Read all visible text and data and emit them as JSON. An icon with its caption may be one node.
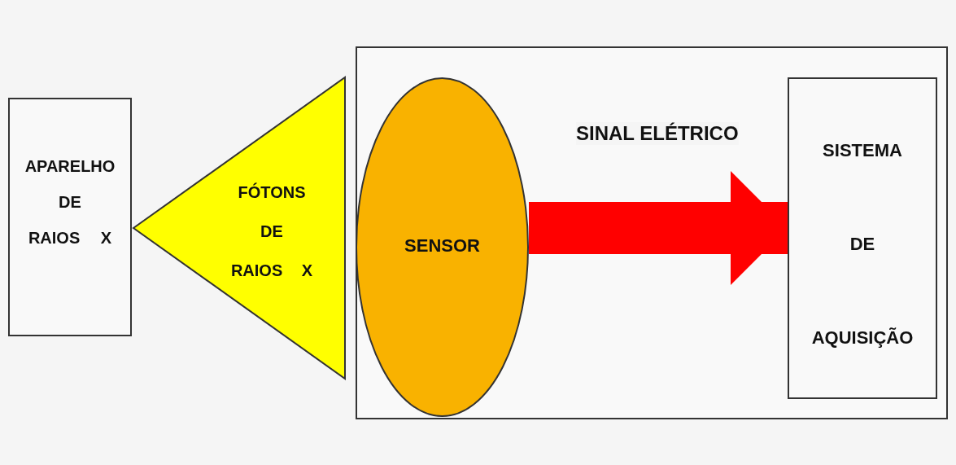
{
  "diagram": {
    "nodes": [
      {
        "text": [
          "APARELHO DE RAIOS X"
        ]
      },
      {
        "text": [
          "FÓTONS DE RAIOS X"
        ]
      },
      {
        "text": [],
        "shape": "box"
      },
      {
        "text": [
          "SENSOR"
        ],
        "in": 2
      },
      {
        "text": [
          "SISTEMA DE AQUISIÇÃO"
        ],
        "in": 2
      }
    ],
    "edges": [
      {
        "from": 3,
        "to": 4,
        "arrow": "to",
        "label": "SINAL ELÉTRICO",
        "color": "#ff0000"
      }
    ]
  }
}
